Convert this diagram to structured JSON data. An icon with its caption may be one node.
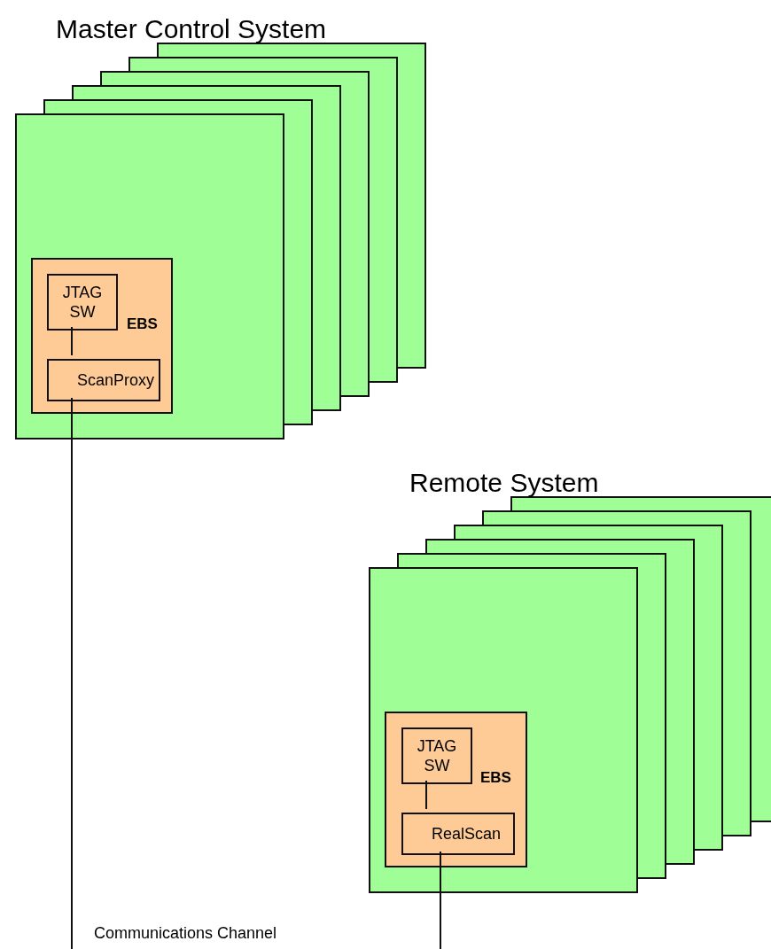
{
  "diagram": {
    "nodes": [
      {
        "text": [
          "Master Control System"
        ]
      },
      {
        "text": [
          "EBS"
        ],
        "in": 0
      },
      {
        "text": [
          "JTAG SW"
        ],
        "in": 1
      },
      {
        "text": [
          "ScanProxy"
        ],
        "in": 1
      },
      {
        "text": [
          "Remote System"
        ]
      },
      {
        "text": [
          "EBS"
        ],
        "in": 4
      },
      {
        "text": [
          "JTAG SW"
        ],
        "in": 5
      },
      {
        "text": [
          "RealScan"
        ],
        "in": 5
      }
    ],
    "edges": [
      {
        "from": 2,
        "to": 3,
        "arrow": "none"
      },
      {
        "from": 3,
        "to": null,
        "arrow": "none"
      },
      {
        "from": 6,
        "to": 7,
        "arrow": "none"
      },
      {
        "from": 7,
        "to": null,
        "arrow": "none"
      }
    ],
    "labels": [
      "Communications Channel"
    ]
  }
}
